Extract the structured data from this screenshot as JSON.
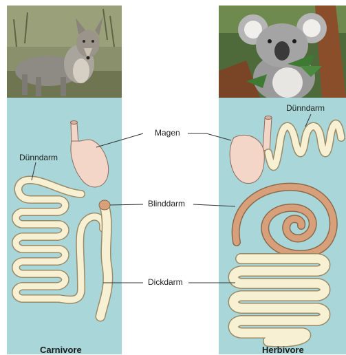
{
  "photos": {
    "left_subject": "coyote",
    "right_subject": "koala"
  },
  "labels": {
    "magen": "Magen",
    "blinddarm": "Blinddarm",
    "dickdarm": "Dickdarm",
    "duenndarm_left": "Dünndarm",
    "duenndarm_right": "Dünndarm"
  },
  "captions": {
    "left": "Carnivore",
    "right": "Herbivore"
  },
  "colors": {
    "panel": "#a9d6d9",
    "stomach": "#f4d6c8",
    "intestine": "#f7f0d2",
    "caecum": "#d8a07a"
  }
}
